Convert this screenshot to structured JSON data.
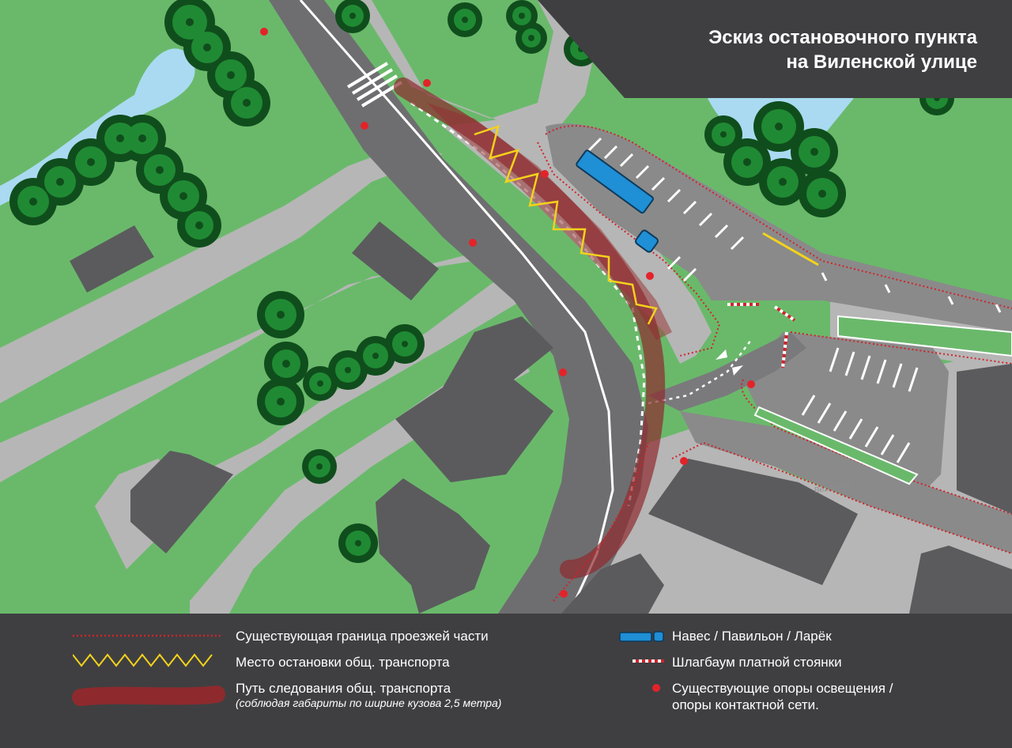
{
  "title": {
    "line1": "Эскиз остановочного пункта",
    "line2": "на Виленской улице"
  },
  "watermark": "Bezrko Art",
  "colors": {
    "grass": "#6ab96b",
    "sidewalk": "#b6b6b6",
    "road": "#6e6e70",
    "parking": "#8a8a8a",
    "building": "#5b5b5d",
    "water": "#a9daf1",
    "tree_outer": "#104d1c",
    "tree_ring": "#1f8a33",
    "curb_line": "#d2232a",
    "bus_path": "#8e2a2e",
    "stop_zigzag": "#f4d21b",
    "pavilion": "#1f8fd6",
    "legend_bg": "#3f3f41"
  },
  "legend": {
    "left": [
      {
        "icon": "curb-boundary-icon",
        "label": "Существующая граница проезжей части"
      },
      {
        "icon": "bus-stop-zigzag-icon",
        "label": "Место остановки общ. транспорта"
      },
      {
        "icon": "bus-path-icon",
        "label": "Путь следования общ. транспорта",
        "note": "(соблюдая габариты по ширине кузова 2,5 метра)"
      }
    ],
    "right": [
      {
        "icon": "pavilion-icon",
        "label": "Навес / Павильон / Ларёк"
      },
      {
        "icon": "parking-barrier-icon",
        "label": "Шлагбаум платной стоянки"
      },
      {
        "icon": "light-pole-icon",
        "label": "Существующие опоры освещения /",
        "label2": "опоры контактной сети."
      }
    ]
  }
}
